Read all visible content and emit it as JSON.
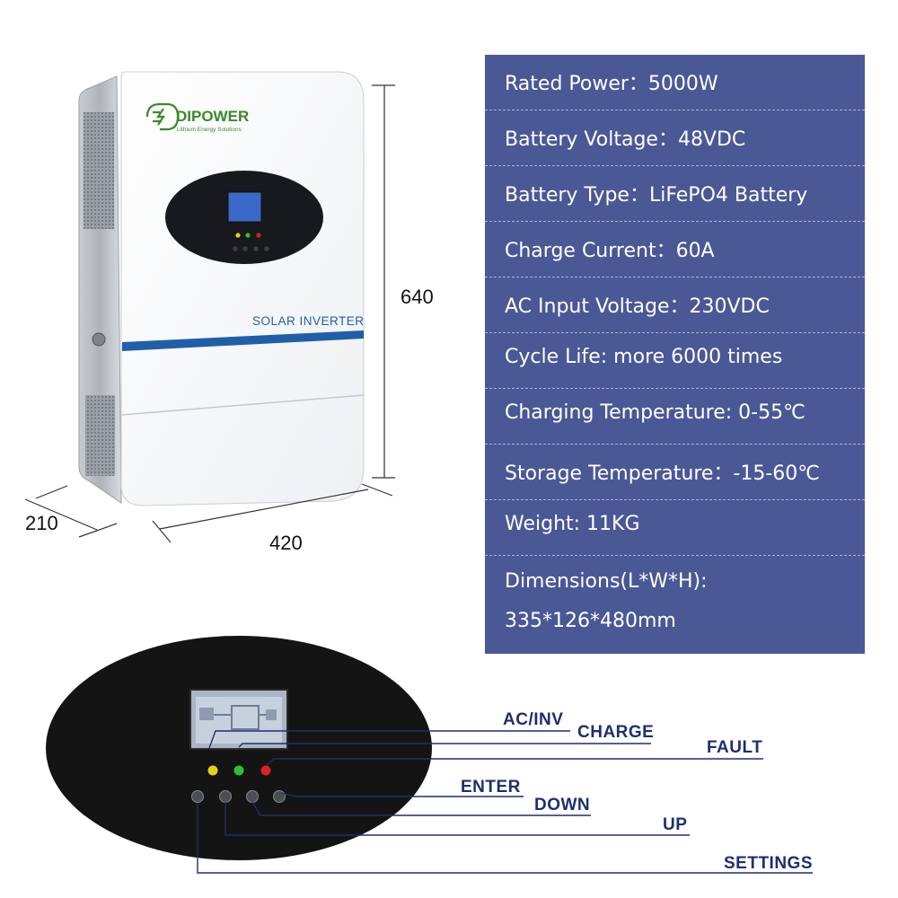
{
  "brand": {
    "name": "DIPOWER",
    "tagline": "Lithium Energy Solutions",
    "product_label": "SOLAR INVERTER",
    "accent": "#1f5fa8",
    "logo_green": "#3a8a2a"
  },
  "dimensions": {
    "height": "640",
    "depth": "210",
    "width": "420"
  },
  "specs": [
    "Rated Power：5000W",
    "Battery Voltage：48VDC",
    "Battery Type：LiFePO4 Battery",
    "Charge Current：60A",
    "AC Input Voltage：230VDC",
    "Cycle Life: more 6000 times",
    "Charging Temperature: 0-55℃",
    "Storage Temperature：-15-60℃",
    "Weight: 11KG"
  ],
  "spec_dimensions": {
    "line1": "Dimensions(L*W*H):",
    "line2": "335*126*480mm"
  },
  "panel_callouts": {
    "ac_inv": "AC/INV",
    "charge": "CHARGE",
    "fault": "FAULT",
    "enter": "ENTER",
    "down": "DOWN",
    "up": "UP",
    "settings": "SETTINGS"
  },
  "colors": {
    "spec_panel": "#4a5896",
    "callout_text": "#1e2f6e",
    "led_yellow": "#e6d21a",
    "led_green": "#2fbf3a",
    "led_red": "#e02020"
  }
}
